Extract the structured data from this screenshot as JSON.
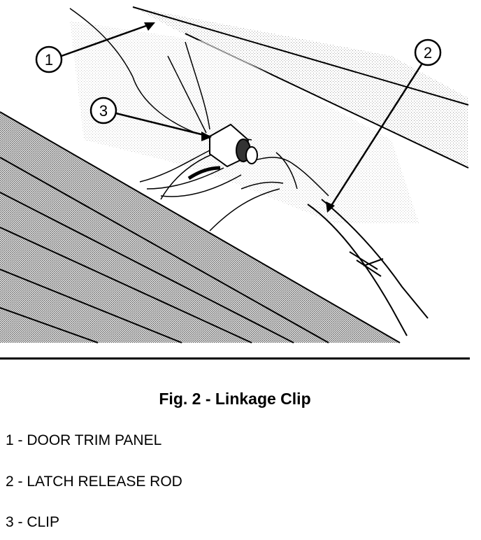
{
  "figure": {
    "caption": "Fig. 2 - Linkage Clip",
    "callouts": [
      {
        "number": "1"
      },
      {
        "number": "2"
      },
      {
        "number": "3"
      }
    ],
    "legend": [
      {
        "text": "1 - DOOR TRIM PANEL"
      },
      {
        "text": "2 - LATCH RELEASE ROD"
      },
      {
        "text": "3 - CLIP"
      }
    ]
  }
}
